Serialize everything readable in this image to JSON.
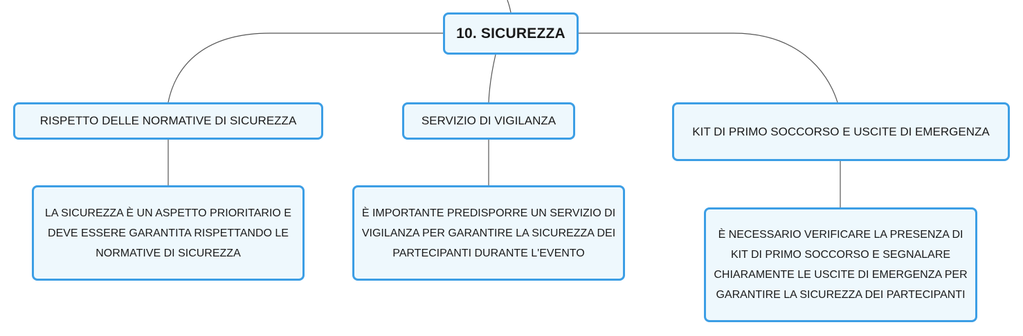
{
  "root": {
    "label": "10. SICUREZZA"
  },
  "topics": [
    {
      "label": "RISPETTO DELLE NORMATIVE DI SICUREZZA",
      "detail": "LA SICUREZZA È UN ASPETTO PRIORITARIO E DEVE ESSERE GARANTITA RISPETTANDO LE NORMATIVE DI SICUREZZA"
    },
    {
      "label": "SERVIZIO DI VIGILANZA",
      "detail": "È IMPORTANTE PREDISPORRE UN SERVIZIO DI VIGILANZA PER GARANTIRE LA SICUREZZA DEI PARTECIPANTI DURANTE L'EVENTO"
    },
    {
      "label": "KIT DI PRIMO SOCCORSO E USCITE DI EMERGENZA",
      "detail": "È NECESSARIO VERIFICARE LA PRESENZA DI KIT DI PRIMO SOCCORSO E SEGNALARE CHIARAMENTE LE USCITE DI EMERGENZA PER GARANTIRE LA SICUREZZA DEI PARTECIPANTI"
    }
  ],
  "colors": {
    "node_border": "#3c9ee5",
    "node_fill": "#eef8fd",
    "connector": "#555555"
  }
}
